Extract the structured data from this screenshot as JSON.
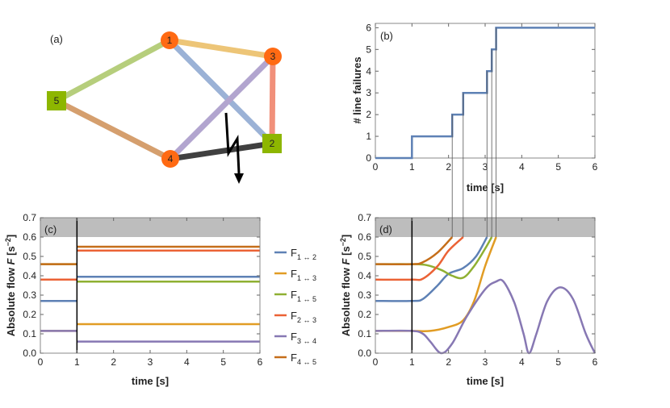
{
  "colors": {
    "blue": "#5E81B5",
    "yellow": "#E19C24",
    "green": "#8FB032",
    "red": "#EB6235",
    "purple": "#8778B3",
    "brown": "#C56E1A",
    "grey_band": "#BDBDBD",
    "node_orange": "#FF6A13",
    "node_green": "#8DB600",
    "dark_line": "#404040"
  },
  "network": {
    "panel_label": "(a)",
    "nodes": [
      {
        "id": "1",
        "shape": "circle"
      },
      {
        "id": "2",
        "shape": "square"
      },
      {
        "id": "3",
        "shape": "circle"
      },
      {
        "id": "4",
        "shape": "circle"
      },
      {
        "id": "5",
        "shape": "square"
      }
    ],
    "edges": [
      {
        "from": "1",
        "to": "2",
        "color": "#9BB2D6"
      },
      {
        "from": "1",
        "to": "3",
        "color": "#EDC577"
      },
      {
        "from": "1",
        "to": "5",
        "color": "#B6CE7C"
      },
      {
        "from": "2",
        "to": "3",
        "color": "#F1907A"
      },
      {
        "from": "3",
        "to": "4",
        "color": "#B2A5CF"
      },
      {
        "from": "4",
        "to": "5",
        "color": "#D59F6E"
      },
      {
        "from": "2",
        "to": "4",
        "color": "#404040"
      }
    ]
  },
  "chart_data": [
    {
      "panel": "(b)",
      "type": "line",
      "xlabel": "time [s]",
      "ylabel": "# line failures",
      "xlim": [
        0,
        6
      ],
      "ylim": [
        0,
        6.2
      ],
      "xticks": [
        0,
        1,
        2,
        3,
        4,
        5,
        6
      ],
      "yticks": [
        0,
        1,
        2,
        3,
        4,
        5,
        6
      ],
      "series": [
        {
          "color": "#5E81B5",
          "step_points": [
            [
              0,
              0
            ],
            [
              1.0,
              0
            ],
            [
              1.0,
              1
            ],
            [
              2.1,
              1
            ],
            [
              2.1,
              2
            ],
            [
              2.4,
              2
            ],
            [
              2.4,
              3
            ],
            [
              3.05,
              3
            ],
            [
              3.05,
              4
            ],
            [
              3.18,
              4
            ],
            [
              3.18,
              5
            ],
            [
              3.3,
              5
            ],
            [
              3.3,
              6
            ],
            [
              6,
              6
            ]
          ]
        }
      ]
    },
    {
      "panel": "(c)",
      "type": "line",
      "xlabel": "time [s]",
      "ylabel": "Absolute flow F [s−2]",
      "xlim": [
        0,
        6
      ],
      "ylim": [
        0,
        0.7
      ],
      "xticks": [
        0,
        1,
        2,
        3,
        4,
        5,
        6
      ],
      "yticks": [
        "0.0",
        "0.1",
        "0.2",
        "0.3",
        "0.4",
        "0.5",
        "0.6",
        "0.7"
      ],
      "threshold_band": [
        0.6,
        0.7
      ],
      "vline": 1,
      "series": [
        {
          "name": "F1↔2",
          "sub": "1 ↔ 2",
          "color": "#5E81B5",
          "before": 0.27,
          "after": 0.395
        },
        {
          "name": "F1↔3",
          "sub": "1 ↔ 3",
          "color": "#E19C24",
          "before": 0.115,
          "after": 0.15
        },
        {
          "name": "F1↔5",
          "sub": "1 ↔ 5",
          "color": "#8FB032",
          "before": 0.46,
          "after": 0.37
        },
        {
          "name": "F2↔3",
          "sub": "2 ↔ 3",
          "color": "#EB6235",
          "before": 0.38,
          "after": 0.53
        },
        {
          "name": "F3↔4",
          "sub": "3 ↔ 4",
          "color": "#8778B3",
          "before": 0.115,
          "after": 0.06
        },
        {
          "name": "F4↔5",
          "sub": "4 ↔ 5",
          "color": "#C56E1A",
          "before": 0.46,
          "after": 0.55
        }
      ]
    },
    {
      "panel": "(d)",
      "type": "line",
      "xlabel": "time [s]",
      "ylabel": "Absolute flow F [s−2]",
      "xlim": [
        0,
        6
      ],
      "ylim": [
        0,
        0.7
      ],
      "xticks": [
        0,
        1,
        2,
        3,
        4,
        5,
        6
      ],
      "yticks": [
        "0.0",
        "0.1",
        "0.2",
        "0.3",
        "0.4",
        "0.5",
        "0.6",
        "0.7"
      ],
      "threshold_band": [
        0.6,
        0.7
      ],
      "vline": 1,
      "failure_times": [
        2.1,
        2.4,
        3.05,
        3.18,
        3.3
      ],
      "series": [
        {
          "color": "#5E81B5",
          "points": [
            [
              0,
              0.27
            ],
            [
              1,
              0.27
            ],
            [
              1.3,
              0.28
            ],
            [
              1.7,
              0.35
            ],
            [
              2.0,
              0.41
            ],
            [
              2.4,
              0.44
            ],
            [
              2.75,
              0.5
            ],
            [
              3.05,
              0.6
            ]
          ]
        },
        {
          "color": "#E19C24",
          "points": [
            [
              0,
              0.115
            ],
            [
              1,
              0.115
            ],
            [
              1.5,
              0.115
            ],
            [
              2.0,
              0.135
            ],
            [
              2.4,
              0.17
            ],
            [
              2.7,
              0.27
            ],
            [
              3.0,
              0.45
            ],
            [
              3.3,
              0.6
            ]
          ]
        },
        {
          "color": "#8FB032",
          "points": [
            [
              0,
              0.46
            ],
            [
              1,
              0.46
            ],
            [
              1.4,
              0.455
            ],
            [
              1.8,
              0.43
            ],
            [
              2.1,
              0.4
            ],
            [
              2.4,
              0.39
            ],
            [
              2.7,
              0.45
            ],
            [
              3.0,
              0.54
            ],
            [
              3.18,
              0.6
            ]
          ]
        },
        {
          "color": "#EB6235",
          "points": [
            [
              0,
              0.38
            ],
            [
              1,
              0.38
            ],
            [
              1.3,
              0.385
            ],
            [
              1.7,
              0.45
            ],
            [
              2.0,
              0.53
            ],
            [
              2.4,
              0.6
            ]
          ]
        },
        {
          "color": "#8778B3",
          "points": [
            [
              0,
              0.115
            ],
            [
              1,
              0.115
            ],
            [
              1.3,
              0.1
            ],
            [
              1.5,
              0.06
            ],
            [
              1.8,
              0.0
            ],
            [
              2.1,
              0.05
            ],
            [
              2.5,
              0.19
            ],
            [
              3.0,
              0.33
            ],
            [
              3.3,
              0.37
            ],
            [
              3.5,
              0.37
            ],
            [
              3.8,
              0.26
            ],
            [
              4.05,
              0.1
            ],
            [
              4.2,
              0.0
            ],
            [
              4.4,
              0.1
            ],
            [
              4.7,
              0.27
            ],
            [
              5.05,
              0.34
            ],
            [
              5.4,
              0.28
            ],
            [
              5.75,
              0.1
            ],
            [
              6.0,
              0.0
            ]
          ]
        },
        {
          "color": "#C56E1A",
          "points": [
            [
              0,
              0.46
            ],
            [
              1,
              0.46
            ],
            [
              1.3,
              0.47
            ],
            [
              1.7,
              0.52
            ],
            [
              2.1,
              0.6
            ]
          ]
        }
      ]
    }
  ]
}
